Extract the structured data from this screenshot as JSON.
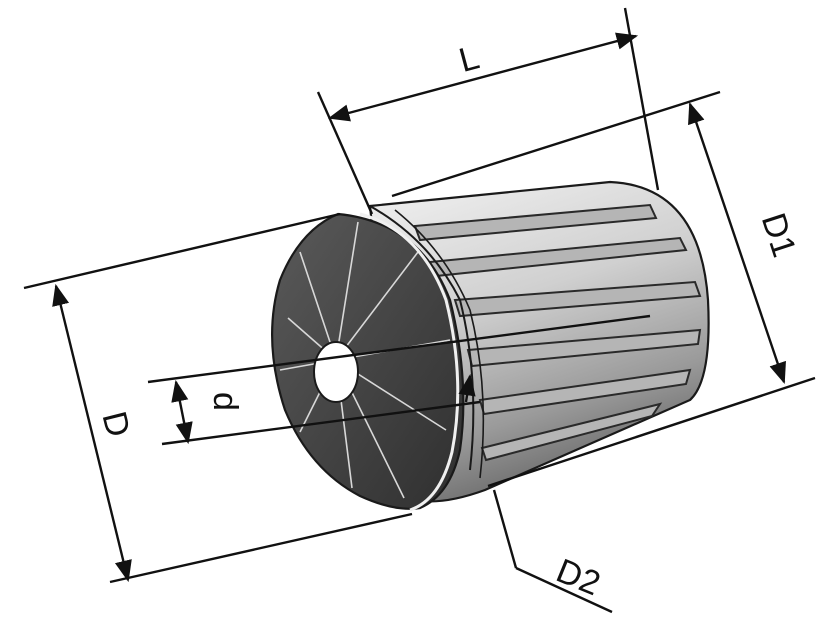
{
  "diagram": {
    "subject": "ER collet",
    "dimensions": {
      "L": "L",
      "D1": "D1",
      "D": "D",
      "d": "d",
      "D2": "D2"
    },
    "colors": {
      "line": "#111111",
      "face_dark": "#3d3d3d",
      "face_mid": "#6a6a6a",
      "body_light": "#d9d9d9",
      "body_shadow": "#8c8c8c",
      "background": "#ffffff"
    }
  }
}
